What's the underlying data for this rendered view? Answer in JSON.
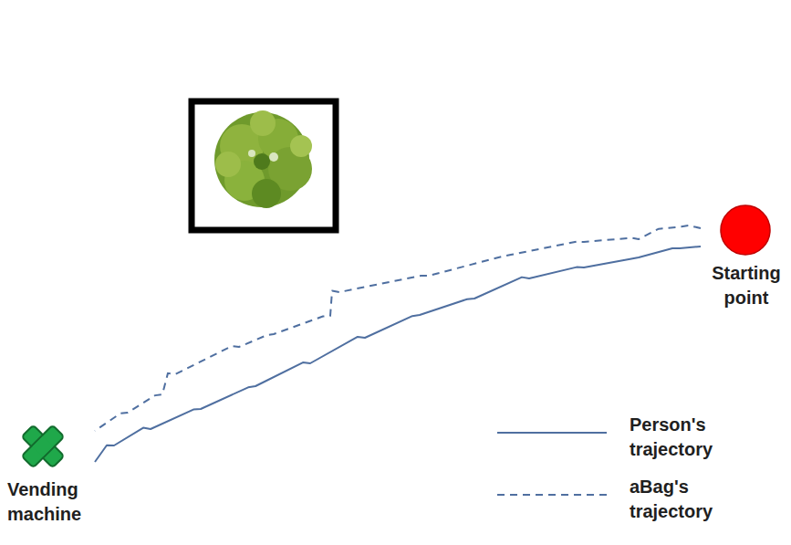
{
  "diagram": {
    "nodes": [
      {
        "text": [
          "Starting point"
        ]
      },
      {
        "text": [
          "Vending machine"
        ]
      }
    ],
    "edges": [
      {
        "from": 0,
        "to": 1,
        "arrow": "none"
      },
      {
        "from": 0,
        "to": 1,
        "arrow": "none"
      }
    ],
    "legend": [
      {
        "text": "Person's trajectory"
      },
      {
        "text": "aBag's trajectory"
      }
    ]
  }
}
